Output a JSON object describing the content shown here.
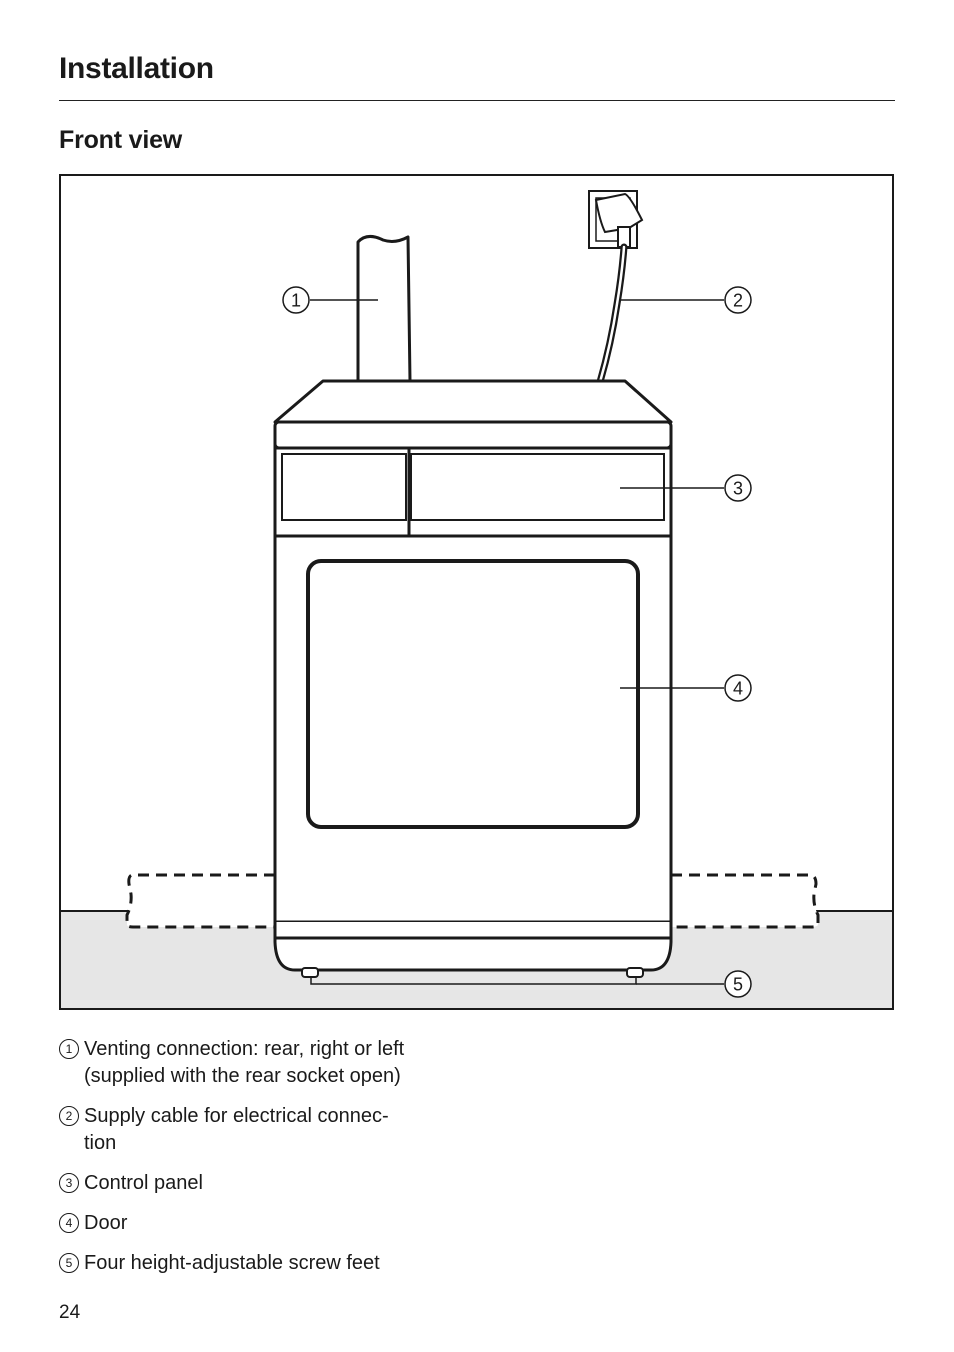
{
  "page": {
    "title": "Installation",
    "section_title": "Front view",
    "page_number": "24"
  },
  "figure": {
    "callouts": [
      "1",
      "2",
      "3",
      "4",
      "5"
    ]
  },
  "legend": [
    {
      "number": "1",
      "lines": [
        "Venting connection: rear, right or left",
        "(supplied with the rear socket open)"
      ]
    },
    {
      "number": "2",
      "lines": [
        "Supply cable for electrical connec-",
        "tion"
      ]
    },
    {
      "number": "3",
      "lines": [
        "Control panel"
      ]
    },
    {
      "number": "4",
      "lines": [
        "Door"
      ]
    },
    {
      "number": "5",
      "lines": [
        "Four height-adjustable screw feet"
      ]
    }
  ]
}
